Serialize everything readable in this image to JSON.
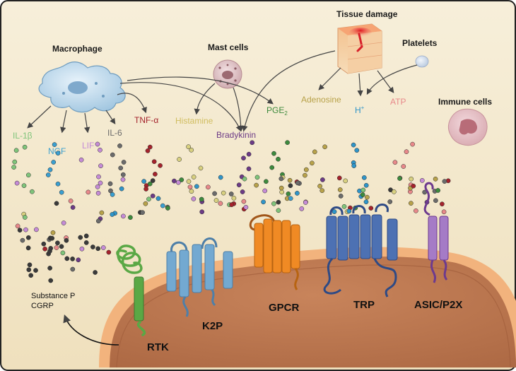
{
  "sources": {
    "tissue_damage": "Tissue damage",
    "platelets": "Platelets",
    "macrophage": "Macrophage",
    "mast_cells": "Mast cells",
    "immune_cells": "Immune cells"
  },
  "mediators": [
    {
      "id": "il1b",
      "label": "IL-1β",
      "color": "#7fc47a"
    },
    {
      "id": "ngf",
      "label": "NGF",
      "color": "#3a9fd0"
    },
    {
      "id": "lif",
      "label": "LIF",
      "color": "#c58bd6"
    },
    {
      "id": "il6",
      "label": "IL-6",
      "color": "#6b6b6b"
    },
    {
      "id": "tnfa",
      "label": "TNF-α",
      "color": "#a4232c"
    },
    {
      "id": "histamine",
      "label": "Histamine",
      "color": "#d8d080"
    },
    {
      "id": "bradykinin",
      "label": "Bradykinin",
      "color": "#6c3b86"
    },
    {
      "id": "pge2",
      "label": "PGE",
      "sub": "2",
      "color": "#3d8a3d"
    },
    {
      "id": "adenosine",
      "label": "Adenosine",
      "color": "#b8a24a"
    },
    {
      "id": "hplus",
      "label": "H",
      "sup": "+",
      "color": "#2f95c9"
    },
    {
      "id": "atp",
      "label": "ATP",
      "color": "#e8888a"
    }
  ],
  "receptors": {
    "rtk": "RTK",
    "k2p": "K2P",
    "gpcr": "GPCR",
    "trp": "TRP",
    "asic_p2x": "ASIC/P2X"
  },
  "neuropeptides": {
    "line1": "Substance P",
    "line2": "CGRP"
  },
  "colors": {
    "background": "#f5ecd4",
    "membrane_outer": "#f0b079",
    "cell_body": "#c67a4e",
    "rtk": "#5aa845",
    "k2p": "#73a9d1",
    "gpcr": "#f08a24",
    "trp": "#4d71b3",
    "asic_p2x": "#a57bc6"
  }
}
